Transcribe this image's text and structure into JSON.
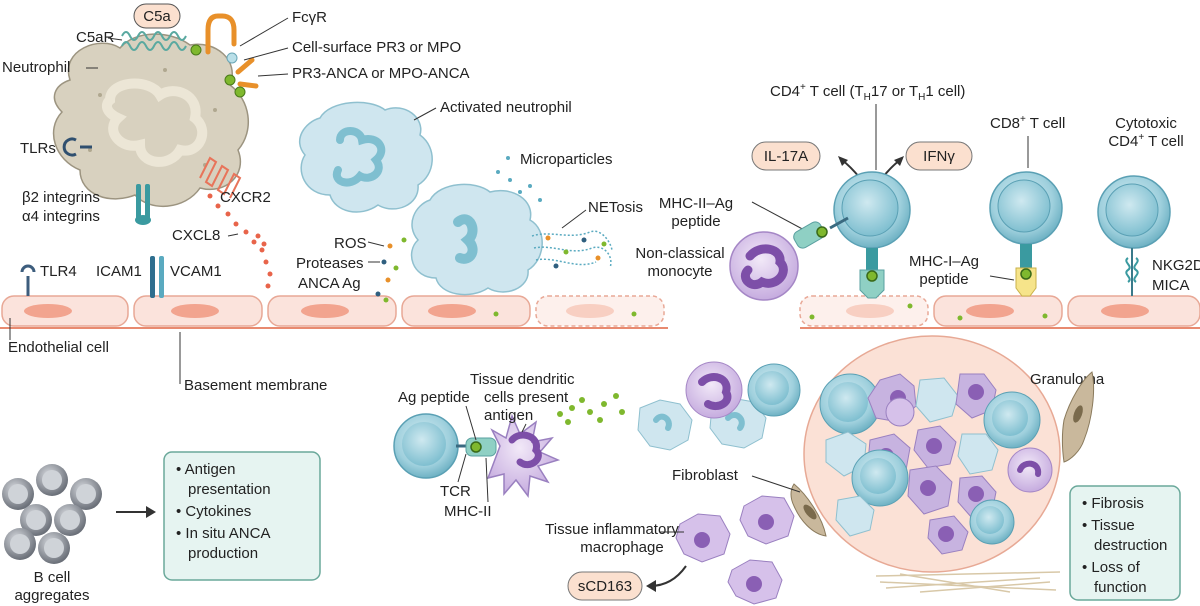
{
  "labels": {
    "c5a": "C5a",
    "c5ar": "C5aR",
    "fcgr": "FcγR",
    "cell_surface_pr3": "Cell-surface PR3 or MPO",
    "pr3_anca": "PR3-ANCA or MPO-ANCA",
    "neutrophil": "Neutrophil",
    "tlrs": "TLRs",
    "b2_integrins": "β2 integrins",
    "a4_integrins": "α4 integrins",
    "cxcr2": "CXCR2",
    "cxcl8": "CXCL8",
    "tlr4": "TLR4",
    "icam1": "ICAM1",
    "vcam1": "VCAM1",
    "endothelial_cell": "Endothelial cell",
    "basement_membrane": "Basement membrane",
    "activated_neutrophil": "Activated neutrophil",
    "microparticles": "Microparticles",
    "netosis": "NETosis",
    "ros": "ROS",
    "proteases": "Proteases",
    "anca_ag": "ANCA Ag",
    "cd4_tcell_main": "CD4",
    "cd4_sup": "+",
    "cd4_tcell_rest1": " T cell (T",
    "cd4_sub1": "H",
    "cd4_tcell_rest2": "17 or T",
    "cd4_sub2": "H",
    "cd4_tcell_rest3": "1 cell)",
    "il17a": "IL-17A",
    "ifng": "IFNγ",
    "cd8_tcell_main": "CD8",
    "cd8_sup": "+",
    "cd8_tcell_rest": " T cell",
    "cytotoxic_line1": "Cytotoxic",
    "cytotoxic_line2_main": "CD4",
    "cytotoxic_line2_sup": "+",
    "cytotoxic_line2_rest": " T cell",
    "mhc2_line1": "MHC-II–Ag",
    "mhc2_line2": "peptide",
    "nonclassical_line1": "Non-classical",
    "nonclassical_line2": "monocyte",
    "mhc1_line1": "MHC-I–Ag",
    "mhc1_line2": "peptide",
    "nkg2d": "NKG2D",
    "mica": "MICA",
    "granuloma": "Granuloma",
    "tissue_dc_line1": "Tissue dendritic",
    "tissue_dc_line2": "cells present",
    "tissue_dc_line3": "antigen",
    "ag_peptide": "Ag peptide",
    "tcr": "TCR",
    "mhc2": "MHC-II",
    "fibroblast": "Fibroblast",
    "tissue_macro_line1": "Tissue inflammatory",
    "tissue_macro_line2": "macrophage",
    "scd163": "sCD163",
    "bcell_line1": "B cell",
    "bcell_line2": "aggregates"
  },
  "bcell_box": {
    "items": [
      "Antigen",
      "presentation",
      "Cytokines",
      "In situ ANCA",
      "production"
    ]
  },
  "outcome_box": {
    "items": [
      "Fibrosis",
      "Tissue",
      "destruction",
      "Loss of",
      "function"
    ]
  },
  "colors": {
    "neutrophil": "#d8d1bf",
    "activated": "#cfe6ef",
    "tcell": "#9ccfdc",
    "endothelium": "#fbe3dc",
    "nucleus_red": "#f2a48f",
    "monocyte": "#d9c6ea",
    "cytokine_box": "#fbe0cf",
    "info_box": "#e6f4f1",
    "green_dot": "#7fb82e",
    "orange": "#e8902a",
    "granuloma": "#fbe1d6"
  }
}
